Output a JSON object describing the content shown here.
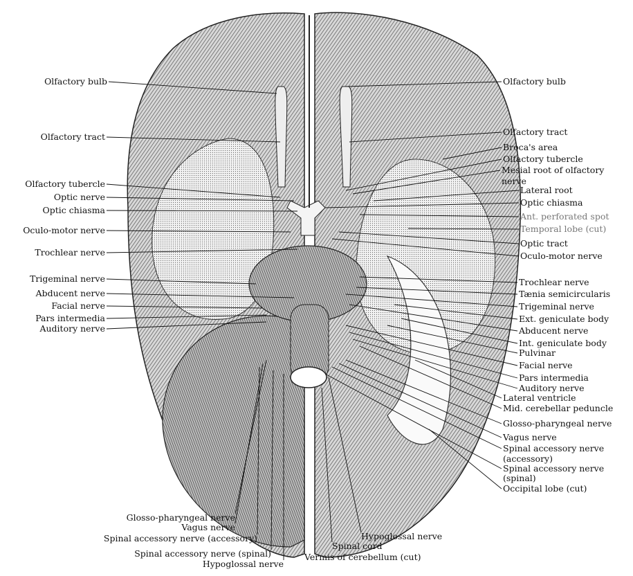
{
  "figure": {
    "left_labels": [
      "Olfactory bulb",
      "Olfactory tract",
      "Olfactory tubercle",
      "Optic nerve",
      "Optic chiasma",
      "Oculo-motor nerve",
      "Trochlear nerve",
      "Trigeminal nerve",
      "Abducent nerve",
      "Facial nerve",
      "Pars intermedia",
      "Auditory nerve"
    ],
    "right_labels": [
      "Olfactory bulb",
      "Olfactory tract",
      "Broca's area",
      "Olfactory tubercle",
      "Mesial root of olfactory",
      "nerve",
      "Lateral root",
      "Optic chiasma",
      "Ant. perforated spot",
      "Temporal lobe (cut)",
      "Optic tract",
      "Oculo-motor nerve",
      "Trochlear nerve",
      "Tænia semicircularis",
      "Trigeminal nerve",
      "Ext. geniculate body",
      "Abducent nerve",
      "Int. geniculate body",
      "Pulvinar",
      "Facial nerve",
      "Pars intermedia",
      "Auditory nerve",
      "Lateral ventricle",
      "Mid. cerebellar peduncle",
      "Glosso-pharyngeal nerve",
      "Vagus nerve",
      "Spinal accessory nerve",
      "(accessory)",
      "Spinal accessory nerve",
      "(spinal)",
      "Occipital lobe (cut)"
    ],
    "bottom_labels": [
      "Glosso-pharyngeal nerve",
      "Vagus nerve",
      "Spinal accessory nerve (accessory)",
      "Spinal accessory nerve (spinal)",
      "Hypoglossal nerve",
      "Hypoglossal nerve",
      "Spinal cord",
      "Vermis of cerebellum (cut)"
    ]
  }
}
